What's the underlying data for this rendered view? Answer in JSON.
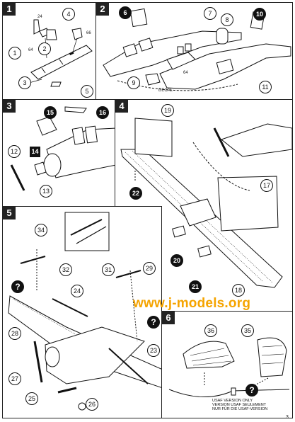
{
  "steps": [
    {
      "number": "1",
      "callouts": [
        "1",
        "2",
        "3",
        "4",
        "5"
      ],
      "part_marks": [
        "24",
        "64",
        "66"
      ]
    },
    {
      "number": "2",
      "callouts": [
        "6",
        "7",
        "8",
        "9",
        "10",
        "11"
      ],
      "part_marks": [
        "64",
        "DECAL"
      ]
    },
    {
      "number": "3",
      "callouts": [
        "12",
        "13",
        "14",
        "15",
        "16"
      ]
    },
    {
      "number": "4",
      "callouts": [
        "17",
        "18",
        "19",
        "20",
        "21",
        "22"
      ]
    },
    {
      "number": "5",
      "callouts": [
        "23",
        "24",
        "25",
        "26",
        "27",
        "28",
        "29",
        "31",
        "32",
        "34"
      ]
    },
    {
      "number": "6",
      "callouts": [
        "35",
        "36"
      ]
    }
  ],
  "watermark": "www.j-models.org",
  "usaf_note": [
    "USAF VERSION ONLY",
    "VERSION USAF SEULEMENT",
    "NUR FÜR DIE USAF-VERSION"
  ],
  "page_number": "3",
  "colors": {
    "ink": "#111111",
    "watermark": "#f5a400",
    "paper": "#ffffff"
  }
}
